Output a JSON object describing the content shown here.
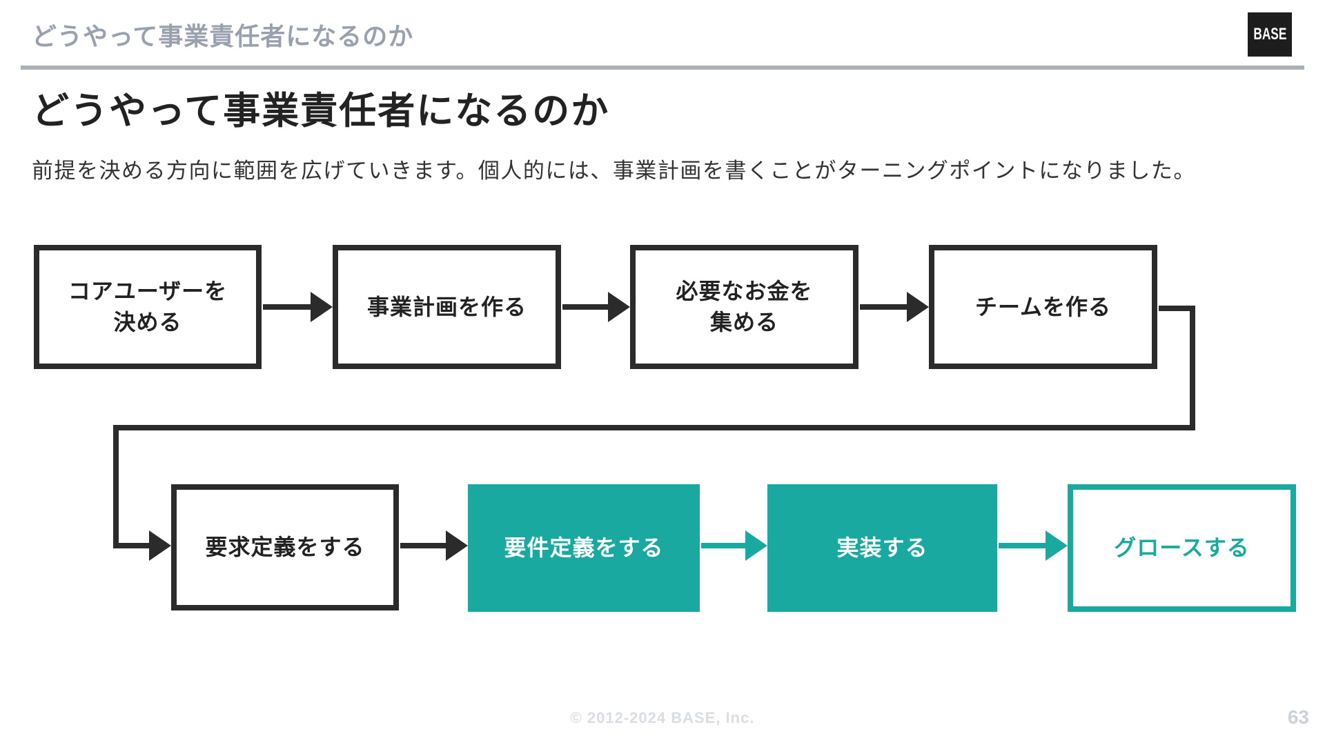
{
  "header": {
    "title": "どうやって事業責任者になるのか",
    "logo_text": "BASE"
  },
  "main": {
    "title": "どうやって事業責任者になるのか",
    "subtitle": "前提を決める方向に範囲を広げていきます。個人的には、事業計画を書くことがターニングポイントになりました。"
  },
  "flowchart": {
    "row1": [
      {
        "label": "コアユーザーを\n決める",
        "style": "outline-black"
      },
      {
        "label": "事業計画を作る",
        "style": "outline-black"
      },
      {
        "label": "必要なお金を\n集める",
        "style": "outline-black"
      },
      {
        "label": "チームを作る",
        "style": "outline-black"
      }
    ],
    "row2": [
      {
        "label": "要求定義をする",
        "style": "outline-black"
      },
      {
        "label": "要件定義をする",
        "style": "filled-teal"
      },
      {
        "label": "実装する",
        "style": "filled-teal"
      },
      {
        "label": "グロースする",
        "style": "outline-teal"
      }
    ]
  },
  "footer": {
    "copyright": "© 2012-2024 BASE, Inc.",
    "page_number": "63"
  },
  "colors": {
    "accent_teal": "#1aa9a0",
    "box_border_black": "#2b2b2b",
    "header_title_grey": "#98a1ad",
    "divider_grey": "#a9b0bb",
    "title_black": "#222222",
    "footer_grey": "#d9dde4",
    "page_number_grey": "#ccd1d9",
    "logo_background": "#1d1d1d"
  }
}
